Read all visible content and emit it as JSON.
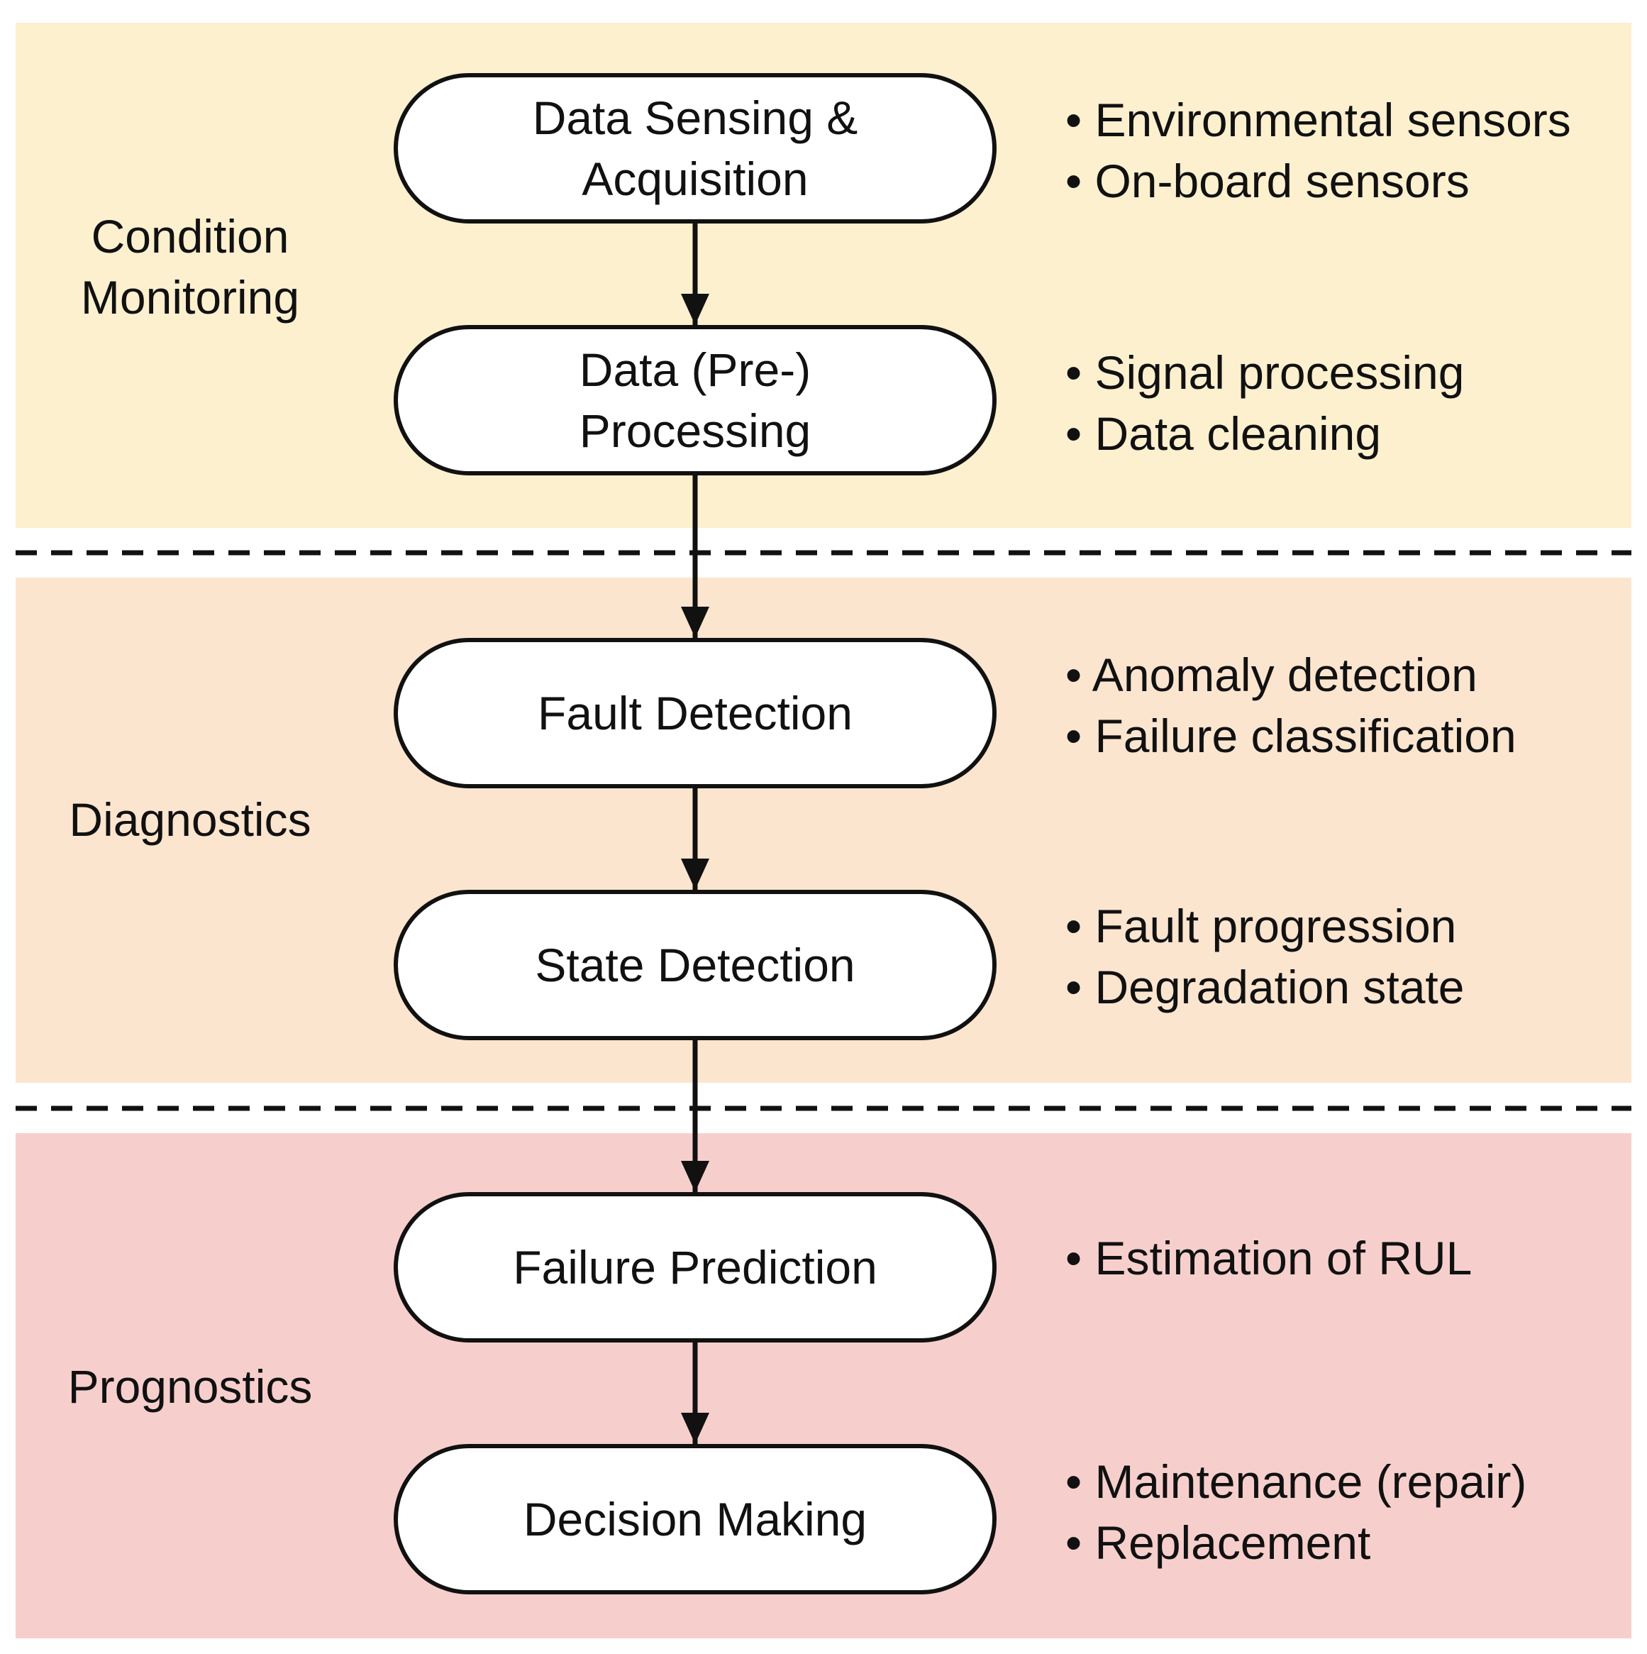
{
  "colors": {
    "condition_monitoring_band": "#fdf0cf",
    "diagnostics_band": "#fce5cf",
    "prognostics_band": "#f6cfcc",
    "stroke": "#111111",
    "box_fill": "#ffffff"
  },
  "phases": [
    {
      "label": "Condition\nMonitoring"
    },
    {
      "label": "Diagnostics"
    },
    {
      "label": "Prognostics"
    }
  ],
  "steps": [
    {
      "label": "Data Sensing &\nAcquisition",
      "bullets": [
        "• Environmental sensors",
        "• On-board sensors"
      ]
    },
    {
      "label": "Data (Pre-)\nProcessing",
      "bullets": [
        "• Signal processing",
        "• Data cleaning"
      ]
    },
    {
      "label": "Fault Detection",
      "bullets": [
        "• Anomaly detection",
        "• Failure classification"
      ]
    },
    {
      "label": "State Detection",
      "bullets": [
        "• Fault progression",
        "• Degradation state"
      ]
    },
    {
      "label": "Failure Prediction",
      "bullets": [
        "• Estimation of RUL"
      ]
    },
    {
      "label": "Decision Making",
      "bullets": [
        "• Maintenance (repair)",
        "• Replacement"
      ]
    }
  ]
}
